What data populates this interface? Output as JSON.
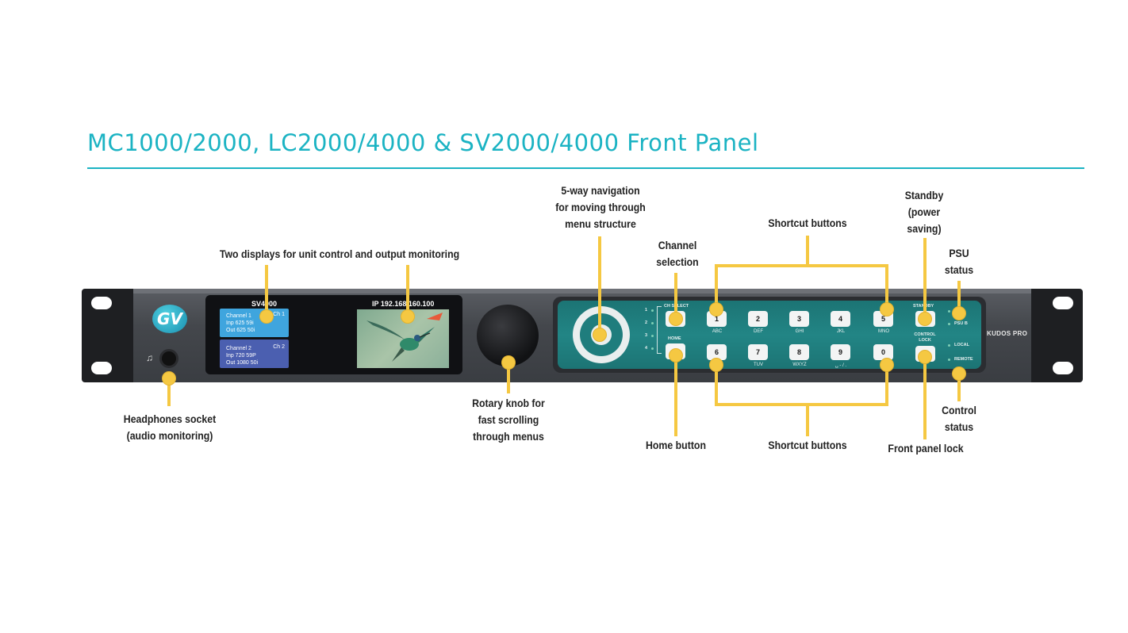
{
  "title": "MC1000/2000, LC2000/4000 & SV2000/4000 Front Panel",
  "colors": {
    "accent": "#1bb3c3",
    "callout": "#f5c842",
    "panel_teal": "#1f7d7d"
  },
  "unit": {
    "brand_logo": "GV",
    "kudos_label": "KUDOS PRO",
    "display1": {
      "header": "SV4000",
      "cards": [
        {
          "name": "Channel 1",
          "ch": "Ch 1",
          "inp": "Inp 625 59i",
          "out": "Out 625 50i",
          "color": "#3fa5de"
        },
        {
          "name": "Channel 2",
          "ch": "Ch 2",
          "inp": "Inp  720 59P",
          "out": "Out 1080 50i",
          "color": "#4b5fb0"
        }
      ]
    },
    "display2": {
      "header": "IP 192.168.160.100"
    },
    "ch_select_label": "CH SELECT",
    "ch_numbers": [
      "1",
      "2",
      "3",
      "4"
    ],
    "home_label": "HOME",
    "keys_top": [
      {
        "num": "1",
        "sub": "ABC"
      },
      {
        "num": "2",
        "sub": "DEF"
      },
      {
        "num": "3",
        "sub": "GHI"
      },
      {
        "num": "4",
        "sub": "JKL"
      },
      {
        "num": "5",
        "sub": "MNO"
      }
    ],
    "keys_bottom": [
      {
        "num": "6",
        "sub": ""
      },
      {
        "num": "7",
        "sub": "TUV"
      },
      {
        "num": "8",
        "sub": "WXYZ"
      },
      {
        "num": "9",
        "sub": "␣ - / ."
      },
      {
        "num": "0",
        "sub": ""
      }
    ],
    "standby_label": "STANDBY",
    "control_lock_label": "CONTROL LOCK",
    "psu_label": "PSU B",
    "local_label": "LOCAL",
    "remote_label": "REMOTE"
  },
  "callouts": {
    "headphones": [
      "Headphones socket",
      "(audio monitoring)"
    ],
    "displays": [
      "Two displays for unit control and output monitoring"
    ],
    "rotary": [
      "Rotary knob for",
      "fast scrolling",
      "through menus"
    ],
    "nav": [
      "5-way navigation",
      "for moving through",
      "menu structure"
    ],
    "channel": [
      "Channel",
      "selection"
    ],
    "home": [
      "Home button"
    ],
    "shortcut_top": [
      "Shortcut buttons"
    ],
    "shortcut_bottom": [
      "Shortcut buttons"
    ],
    "standby": [
      "Standby",
      "(power",
      "saving)"
    ],
    "psu": [
      "PSU",
      "status"
    ],
    "control_status": [
      "Control",
      "status"
    ],
    "front_lock": [
      "Front panel lock"
    ]
  }
}
